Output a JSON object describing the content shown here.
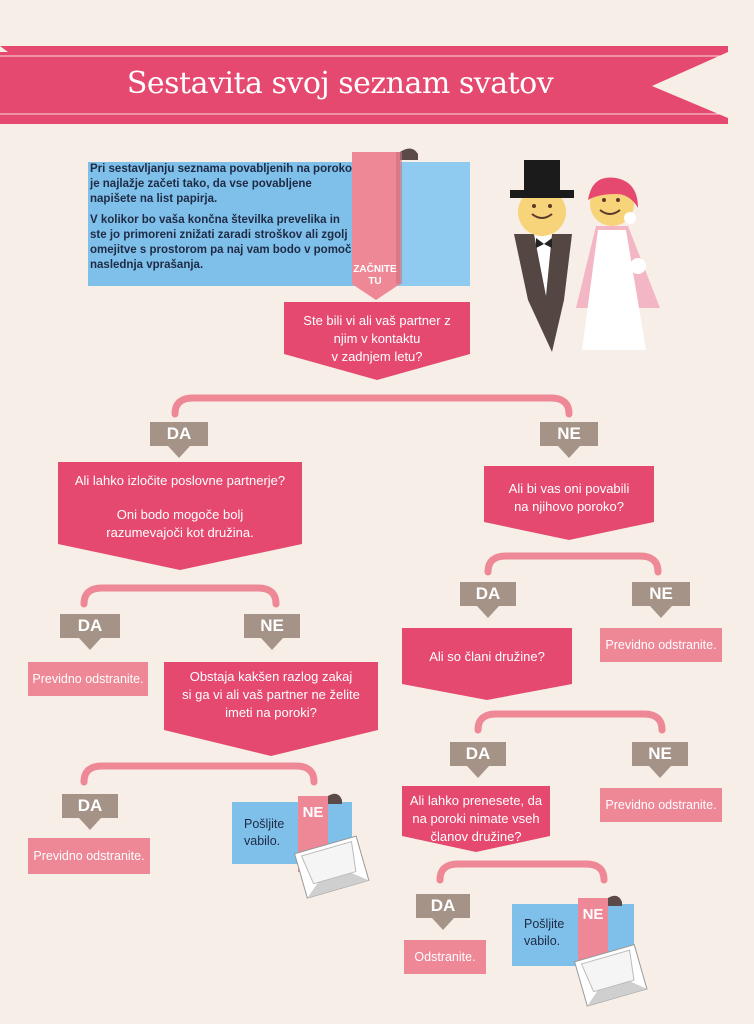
{
  "title": "Sestavita svoj seznam svatov",
  "intro": {
    "p1": "Pri sestavljanju seznama povabljenih na poroko je najlažje začeti tako, da vse povabljene napišete na list papirja.",
    "p2": "V kolikor bo vaša končna številka prevelika in ste jo primoreni znižati zaradi stroškov ali zgolj omejitve s prostorom pa naj vam bodo v pomoč naslednja vprašanja."
  },
  "start": {
    "line1": "ZAČNITE",
    "line2": "TU"
  },
  "questions": {
    "q1": [
      "Ste bili vi ali vaš partner z",
      "njim v kontaktu",
      "v zadnjem letu?"
    ],
    "q2": [
      "Ali lahko izločite poslovne partnerje?",
      "",
      "Oni bodo mogoče bolj",
      "razumevajoči kot družina."
    ],
    "q3": [
      "Ali bi vas oni povabili",
      "na njihovo poroko?"
    ],
    "q4": [
      "Obstaja kakšen razlog zakaj",
      "si ga vi ali vaš partner ne želite",
      "imeti na poroki?"
    ],
    "q5": [
      "Ali so člani družine?"
    ],
    "q6": [
      "Ali lahko prenesete, da",
      "na poroki nimate vseh",
      "članov družine?"
    ]
  },
  "labels": {
    "yes": "DA",
    "no": "NE"
  },
  "results": {
    "remove": "Previdno odstranite.",
    "remove_short": "Odstranite.",
    "send_line1": "Pošljite",
    "send_line2": "vabilo."
  },
  "colors": {
    "pink": "#e5496f",
    "light_pink": "#ee8796",
    "taupe": "#a69388",
    "blue": "#7fc0ea",
    "background": "#f7efe7"
  }
}
